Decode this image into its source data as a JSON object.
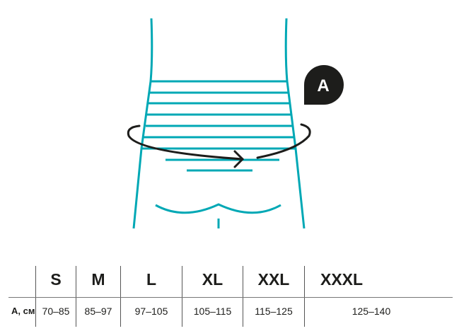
{
  "badge": {
    "label": "A"
  },
  "colors": {
    "body": "#00a8b5",
    "arrow": "#1d1d1b"
  },
  "table": {
    "row_label": "A, см",
    "sizes": [
      "S",
      "M",
      "L",
      "XL",
      "XXL",
      "XXXL"
    ],
    "values": [
      "70–85",
      "85–97",
      "97–105",
      "105–115",
      "115–125",
      "125–140"
    ]
  }
}
